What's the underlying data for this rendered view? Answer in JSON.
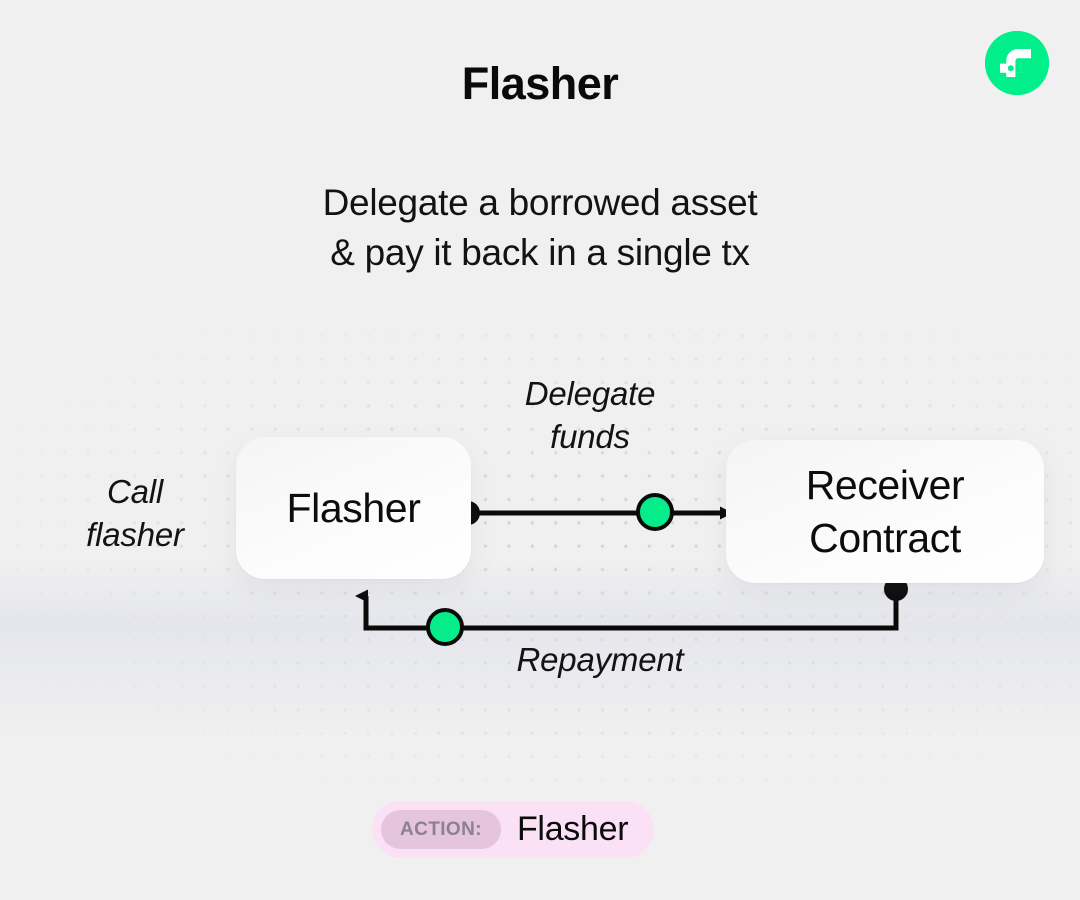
{
  "header": {
    "title": "Flasher",
    "subtitle_line1": "Delegate a borrowed asset",
    "subtitle_line2": "& pay it back in a single tx",
    "logo_name": "flow-logo-icon"
  },
  "diagram": {
    "nodes": [
      {
        "id": "flasher",
        "label": "Flasher"
      },
      {
        "id": "receiver",
        "label": "Receiver\nContract"
      }
    ],
    "receiver_line1": "Receiver",
    "receiver_line2": "Contract",
    "labels": {
      "call_line1": "Call",
      "call_line2": "flasher",
      "delegate_line1": "Delegate",
      "delegate_line2": "funds",
      "repayment": "Repayment"
    },
    "markers": {
      "flasher_out_dot": "black-node-dot",
      "delegate_token_dot": "green-token-dot",
      "receiver_out_dot": "black-node-dot",
      "repayment_token_dot": "green-token-dot"
    }
  },
  "badge": {
    "key": "ACTION:",
    "value": "Flasher"
  },
  "colors": {
    "background": "#f0f0f0",
    "accent_green": "#00ef8b",
    "ink": "#0c0c0c",
    "dot_grid": "#d6d6d6",
    "badge_outer": "#fbe1f5",
    "badge_inner": "#e5c4de",
    "badge_key_text": "#8d8191"
  }
}
